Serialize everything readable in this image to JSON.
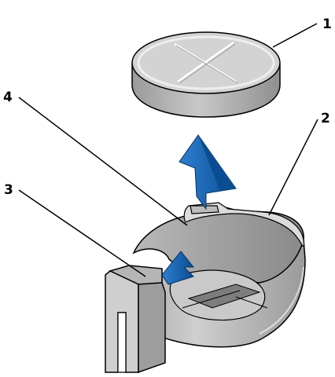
{
  "callouts": [
    {
      "number": "1",
      "part": "battery"
    },
    {
      "number": "2",
      "part": "battery-socket"
    },
    {
      "number": "3",
      "part": "battery-release-lever"
    },
    {
      "number": "4",
      "part": "socket-tab"
    }
  ],
  "colors": {
    "battery_face": "#d0d0d0",
    "battery_edge": "#a3a3a3",
    "socket_inner": "#a8a8a8",
    "socket_outer": "#bdbdbd",
    "arrow_blue": "#0b5aa8",
    "outline": "#000000"
  }
}
